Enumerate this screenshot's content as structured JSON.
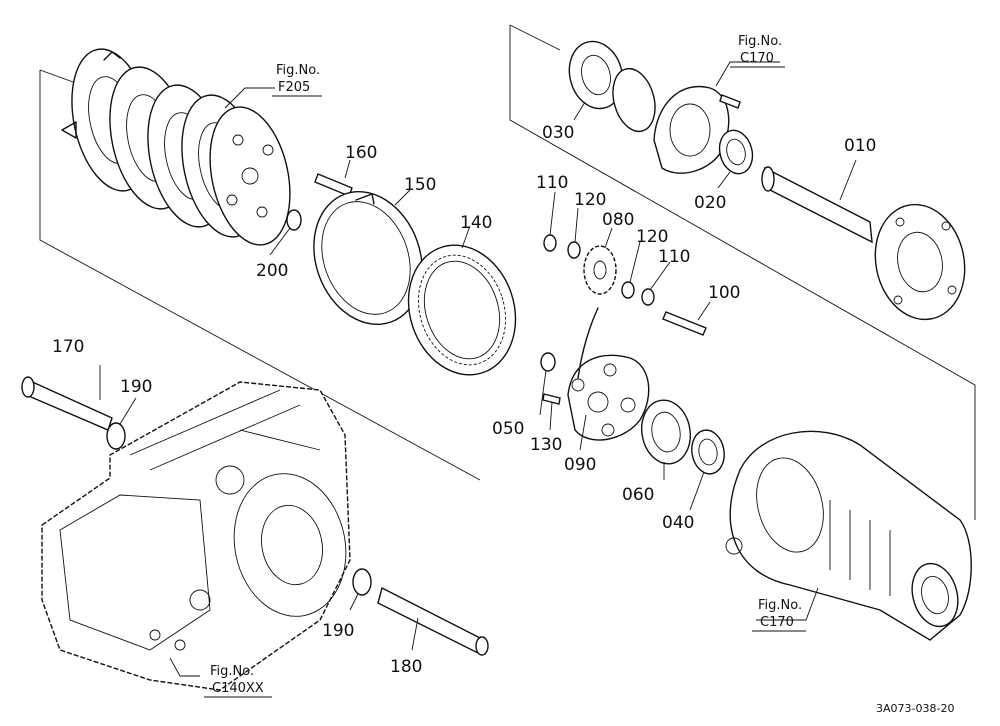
{
  "parts": [
    {
      "no": "010"
    },
    {
      "no": "020"
    },
    {
      "no": "030"
    },
    {
      "no": "040"
    },
    {
      "no": "050"
    },
    {
      "no": "060"
    },
    {
      "no": "080"
    },
    {
      "no": "090"
    },
    {
      "no": "100"
    },
    {
      "no": "110"
    },
    {
      "no": "110"
    },
    {
      "no": "120"
    },
    {
      "no": "120"
    },
    {
      "no": "130"
    },
    {
      "no": "140"
    },
    {
      "no": "150"
    },
    {
      "no": "160"
    },
    {
      "no": "170"
    },
    {
      "no": "180"
    },
    {
      "no": "190"
    },
    {
      "no": "190"
    },
    {
      "no": "200"
    }
  ],
  "fig_refs": [
    {
      "prefix": "Fig.No.",
      "ref": "F205"
    },
    {
      "prefix": "Fig.No.",
      "ref": "C170"
    },
    {
      "prefix": "Fig.No.",
      "ref": "C170"
    },
    {
      "prefix": "Fig.No.",
      "ref": "C140XX"
    }
  ],
  "drawing_code": "3A073-038-20",
  "colors": {
    "ink": "#111111",
    "paper": "#ffffff"
  }
}
